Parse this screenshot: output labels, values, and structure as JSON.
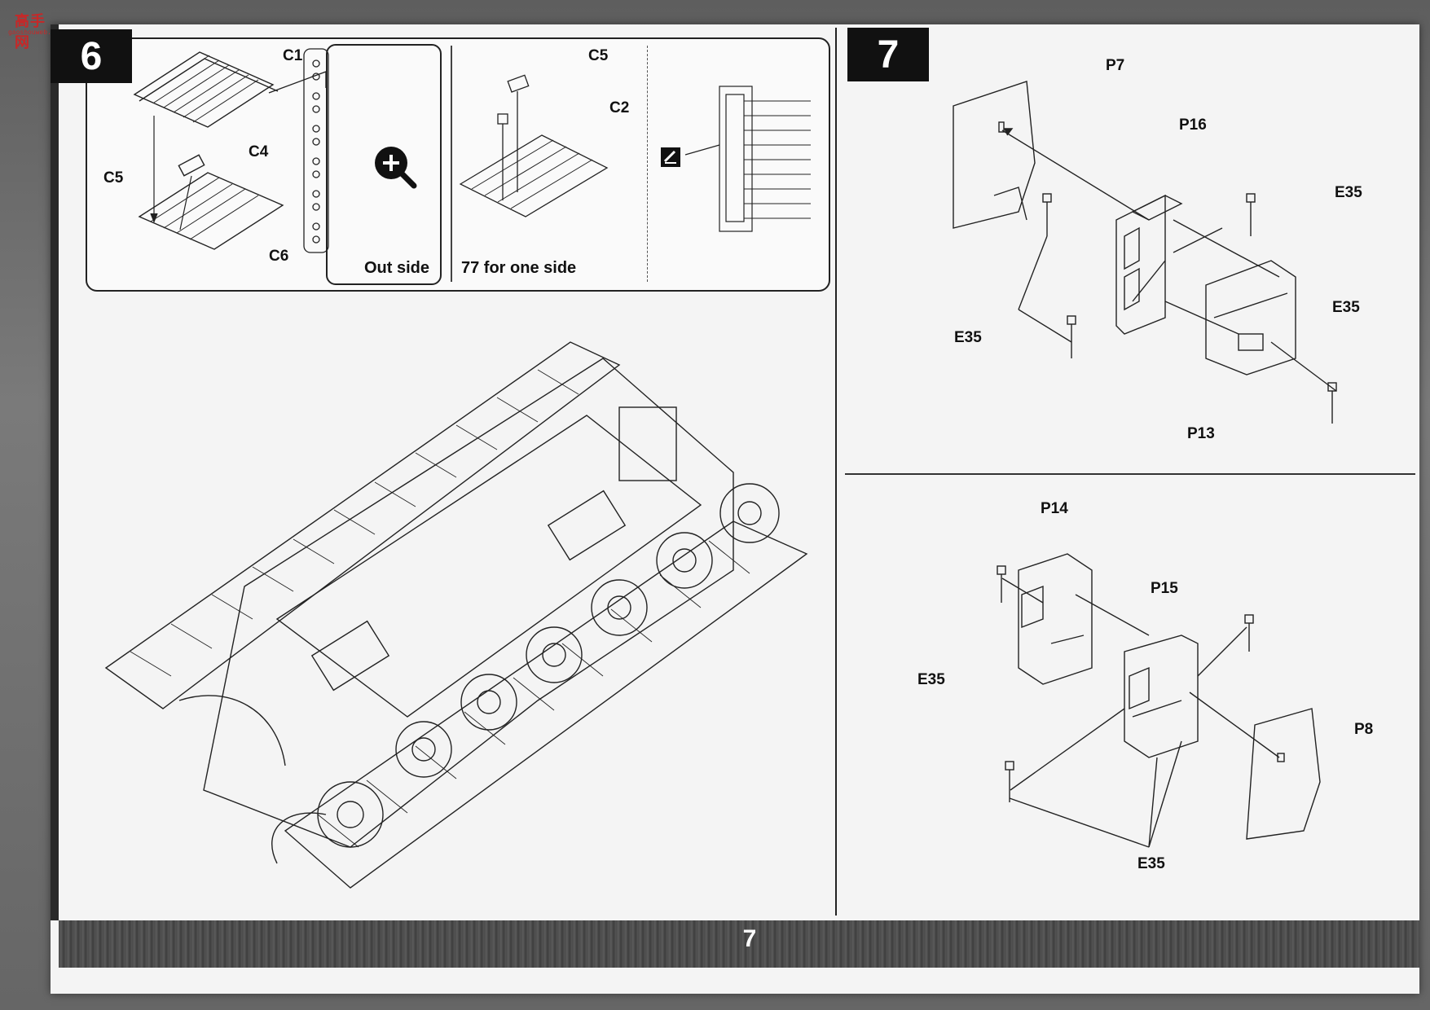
{
  "watermark": {
    "text": "高手网",
    "subtext": "gaoshouweb.com"
  },
  "page": {
    "number": "7"
  },
  "step6": {
    "number": "6",
    "labels": {
      "c1": "C1",
      "c4": "C4",
      "c5_left": "C5",
      "c6": "C6",
      "c5_right": "C5",
      "c2": "C2"
    },
    "out_side": "Out side",
    "one_side": "77 for one side",
    "zoom_icon": "magnifier-plus-icon",
    "cement_icon": "cement-icon"
  },
  "step7": {
    "number": "7",
    "top": {
      "p7": "P7",
      "p16": "P16",
      "e35_right_top": "E35",
      "e35_right_mid": "E35",
      "e35_left": "E35",
      "p13": "P13"
    },
    "bottom": {
      "p14": "P14",
      "p15": "P15",
      "e35_left": "E35",
      "p8": "P8",
      "e35_bottom": "E35"
    }
  }
}
